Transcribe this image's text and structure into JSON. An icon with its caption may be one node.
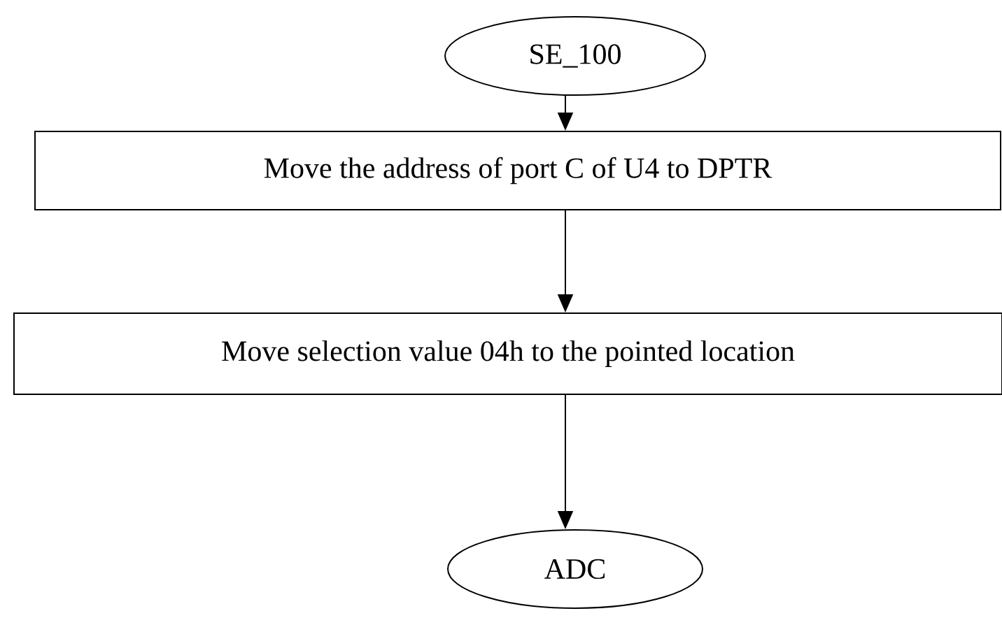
{
  "diagram": {
    "nodes": [
      {
        "text": [
          "SE_100"
        ]
      },
      {
        "text": [
          "Move the address of port C of U4 to DPTR"
        ]
      },
      {
        "text": [
          "Move selection value 04h to the pointed location"
        ]
      },
      {
        "text": [
          "ADC"
        ]
      }
    ],
    "edges": [
      {
        "from": 0,
        "to": 1,
        "arrow": "to"
      },
      {
        "from": 1,
        "to": 2,
        "arrow": "to"
      },
      {
        "from": 2,
        "to": 3,
        "arrow": "to"
      }
    ]
  }
}
